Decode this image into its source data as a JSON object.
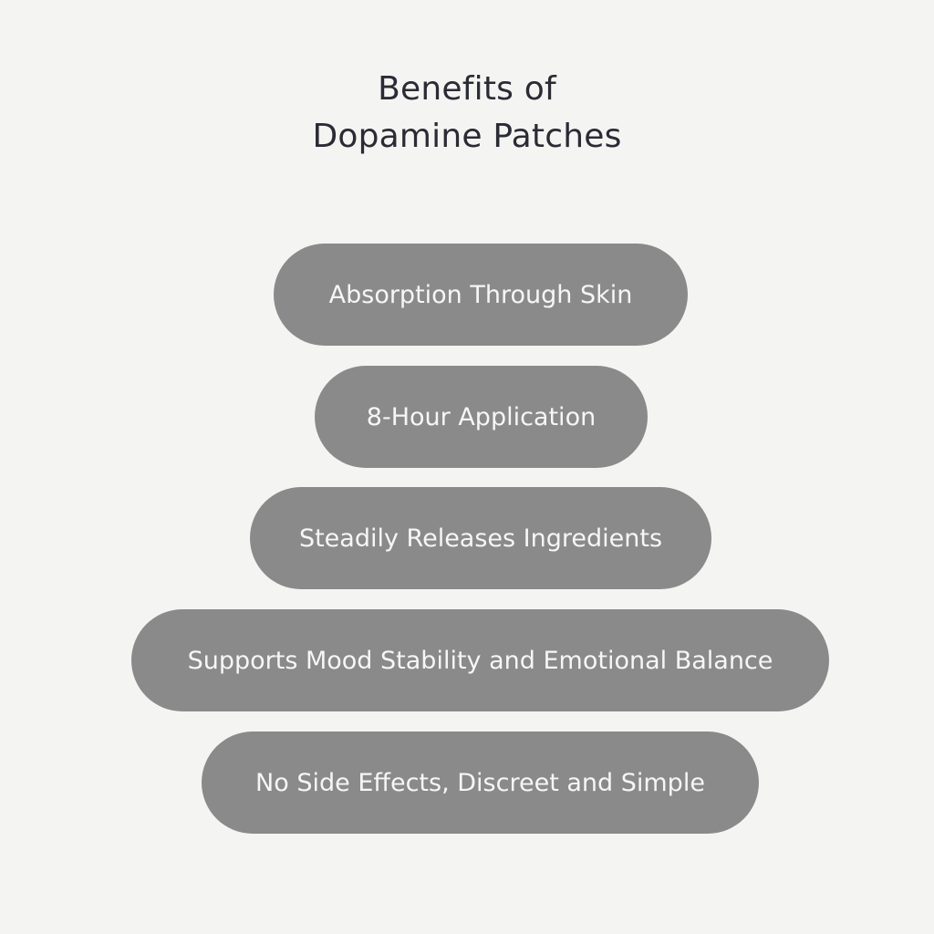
{
  "title": {
    "line1": "Benefits of",
    "line2": "Dopamine Patches"
  },
  "colors": {
    "background": "#f4f4f2",
    "pill": "#8a8a8a",
    "pill_text": "#f6f6f6",
    "title_text": "#2b2b35"
  },
  "benefits": [
    {
      "label": "Absorption Through Skin"
    },
    {
      "label": "8-Hour Application"
    },
    {
      "label": "Steadily Releases Ingredients"
    },
    {
      "label": "Supports Mood Stability and Emotional Balance"
    },
    {
      "label": "No Side Effects, Discreet and Simple"
    }
  ]
}
